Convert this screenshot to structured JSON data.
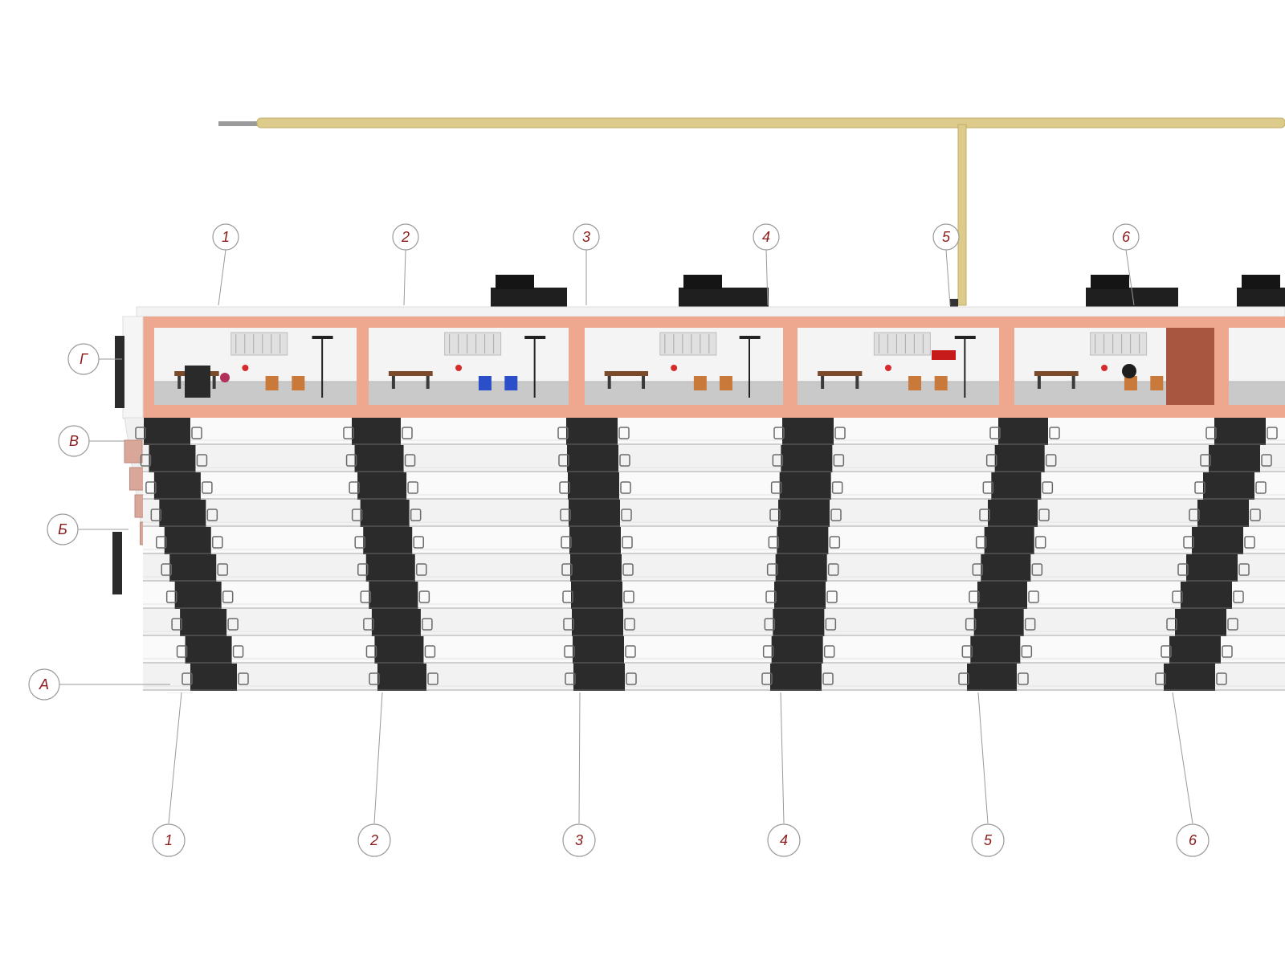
{
  "drawing": {
    "grid_axes_top": [
      "1",
      "2",
      "3",
      "4",
      "5",
      "6"
    ],
    "grid_axes_bottom": [
      "1",
      "2",
      "3",
      "4",
      "5",
      "6"
    ],
    "row_axes": [
      "Г",
      "В",
      "Б",
      "А"
    ]
  },
  "colors": {
    "brick_wall": "#eea890",
    "brick_edge": "#d98a72",
    "stair_dark": "#2b2b2b",
    "step_light": "#f2f2f2",
    "pipe": "#dccb8a",
    "bubble_stroke": "#9a9a9a",
    "bubble_text": "#8b1a1a",
    "roof_box": "#1f1f1f",
    "room_floor": "#c9c9c9"
  },
  "icons": [
    "pipe-icon",
    "chair-icon",
    "desk-icon",
    "lamp-icon",
    "person-icon",
    "railing-icon"
  ]
}
